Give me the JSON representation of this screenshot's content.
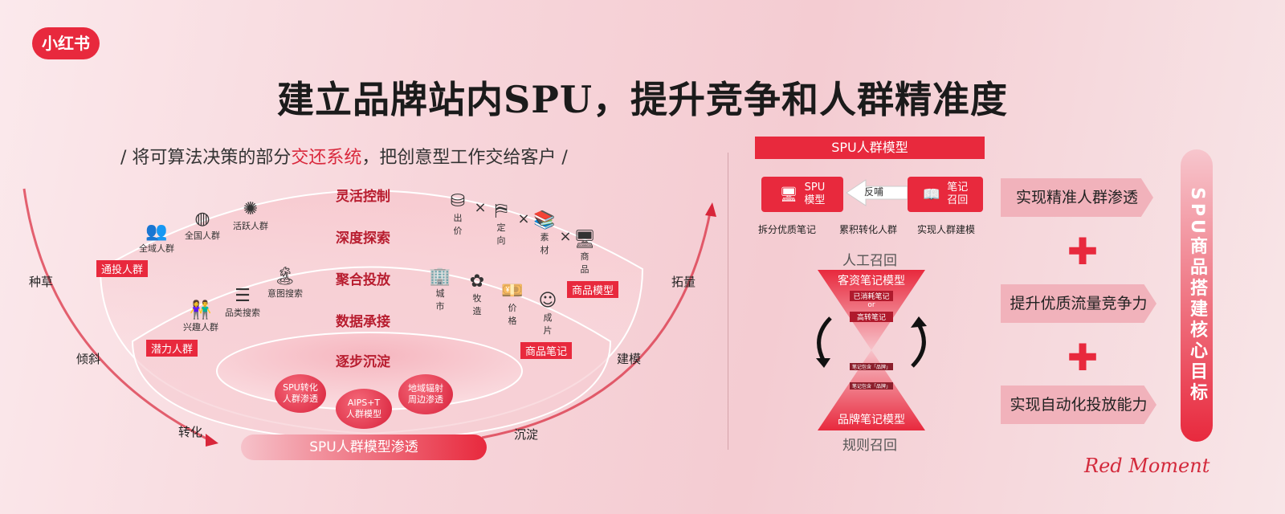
{
  "header": {
    "logo": "小红书",
    "title": "建立品牌站内SPU，提升竞争和人群精准度",
    "subtitle_pre": "/ 将可算法决策的部分",
    "subtitle_hl": "交还系统",
    "subtitle_post": "，把创意型工作交给客户 /"
  },
  "left": {
    "side_labels": [
      "种草",
      "倾斜",
      "转化",
      "沉淀",
      "建模",
      "拓量"
    ],
    "layer_labels": [
      "灵活控制",
      "深度探索",
      "聚合投放",
      "数据承接",
      "逐步沉淀"
    ],
    "tags": {
      "outer_left": "通投人群",
      "mid_left": "潜力人群",
      "outer_right": "商品模型",
      "mid_right": "商品笔记"
    },
    "outer_left_icons": [
      {
        "icon": "group-icon",
        "label": "全域人群"
      },
      {
        "icon": "globe-icon",
        "label": "全国人群"
      },
      {
        "icon": "firework-icon",
        "label": "活跃人群"
      }
    ],
    "mid_left_icons": [
      {
        "icon": "couple-icon",
        "label": "兴趣人群"
      },
      {
        "icon": "list-icon",
        "label": "品类搜索"
      },
      {
        "icon": "island-icon",
        "label": "意图搜索"
      }
    ],
    "outer_right_icons": [
      {
        "icon": "coins-icon",
        "label": "出\n价"
      },
      {
        "icon": "map-icon",
        "label": "定\n向"
      },
      {
        "icon": "books-icon",
        "label": "素\n材"
      },
      {
        "icon": "product-icon",
        "label": "商\n品"
      }
    ],
    "mid_right_icons": [
      {
        "icon": "city-icon",
        "label": "城\n市"
      },
      {
        "icon": "flower-icon",
        "label": "牧\n造"
      },
      {
        "icon": "cash-icon",
        "label": "价\n格"
      },
      {
        "icon": "face-icon",
        "label": "成\n片"
      }
    ],
    "times_sign": "×",
    "bubbles": [
      "SPU转化\n人群渗透",
      "AIPS+T\n人群模型",
      "地域辐射\n周边渗透"
    ],
    "bottom_bar": "SPU人群模型渗透"
  },
  "right": {
    "header": "SPU人群模型",
    "spu_box": "SPU\n模型",
    "feedback": "反哺",
    "notes_box": "笔记\n召回",
    "steps": [
      "拆分优质笔记",
      "累积转化人群",
      "实现人群建模"
    ],
    "manual_recall": "人工召回",
    "top_triangle": "客资笔记模型",
    "top_chips": [
      "已消耗笔记",
      "or",
      "高转笔记"
    ],
    "bottom_chips": [
      "笔记包含「品牌」",
      "笔记包含「品牌」"
    ],
    "bottom_triangle": "品牌笔记模型",
    "rule_recall": "规则召回",
    "goals": [
      "实现精准人群渗透",
      "提升优质流量竞争力",
      "实现自动化投放能力"
    ],
    "plus": "✚",
    "vertical": "SPU商品搭建核心目标",
    "watermark": "Red Moment"
  },
  "colors": {
    "accent": "#e8293d",
    "light": "#f1b2bb"
  }
}
